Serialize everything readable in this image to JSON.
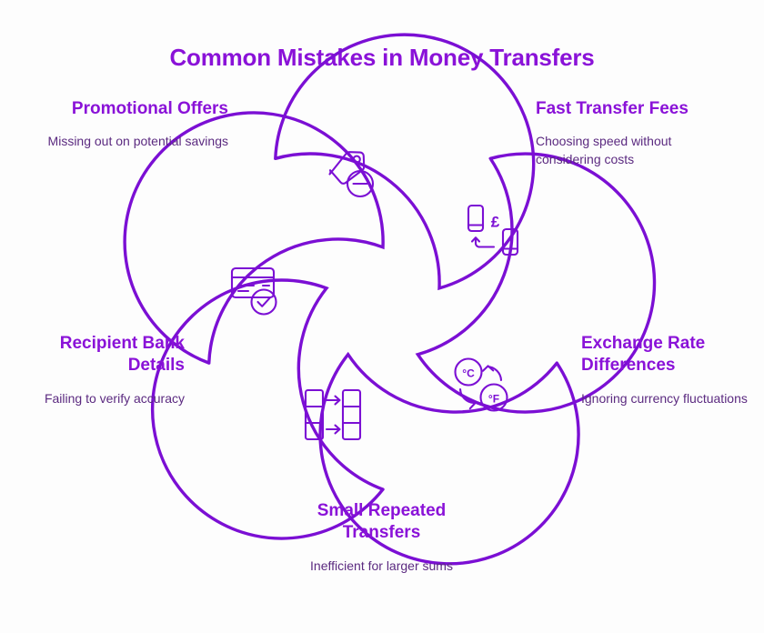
{
  "page": {
    "title": "Common Mistakes in Money Transfers",
    "accent_color": "#8a12d8",
    "stroke_color": "#7b0fd4",
    "text_color": "#5b2a80",
    "background": "#fdfdfd"
  },
  "items": [
    {
      "id": "promotional-offers",
      "heading": "Promotional Offers",
      "description": "Missing out on potential savings",
      "icon": "price-tag-discount-icon",
      "position": "top-left"
    },
    {
      "id": "fast-transfer-fees",
      "heading": "Fast Transfer Fees",
      "description": "Choosing speed without considering costs",
      "icon": "phone-to-phone-pound-transfer-icon",
      "position": "top-right"
    },
    {
      "id": "exchange-rate-differences",
      "heading": "Exchange Rate Differences",
      "description": "Ignoring currency fluctuations",
      "icon": "celsius-fahrenheit-conversion-icon",
      "position": "right"
    },
    {
      "id": "small-repeated-transfers",
      "heading": "Small Repeated Transfers",
      "description": "Inefficient for larger sums",
      "icon": "stacked-columns-arrows-icon",
      "position": "bottom"
    },
    {
      "id": "recipient-bank-details",
      "heading": "Recipient Bank Details",
      "description": "Failing to verify accuracy",
      "icon": "bank-card-verified-icon",
      "position": "left"
    }
  ],
  "icon_glyphs": {
    "pound": "£",
    "celsius": "°C",
    "fahrenheit": "°F"
  }
}
